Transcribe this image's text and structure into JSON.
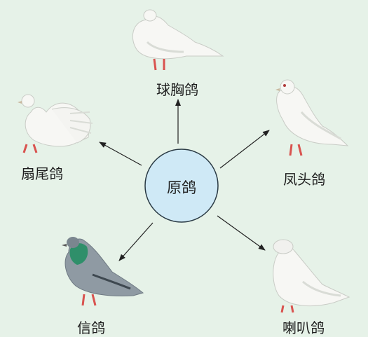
{
  "center": {
    "label": "原鸽"
  },
  "breeds": [
    {
      "id": "qiuxiong",
      "label": "球胸鸽"
    },
    {
      "id": "fengtou",
      "label": "凤头鸽"
    },
    {
      "id": "laba",
      "label": "喇叭鸽"
    },
    {
      "id": "xin",
      "label": "信鸽"
    },
    {
      "id": "shanwei",
      "label": "扇尾鸽"
    }
  ],
  "colors": {
    "background": "#e6f2e8",
    "center_fill": "#cfe9f6",
    "center_stroke": "#2a3a44",
    "arrow": "#222222",
    "pigeon_body": "#f7f7f4",
    "pigeon_shade": "#d9dcd6",
    "homing_neck": "#2f8f6a",
    "homing_gray": "#8f9aa3",
    "feet": "#d9534f"
  }
}
